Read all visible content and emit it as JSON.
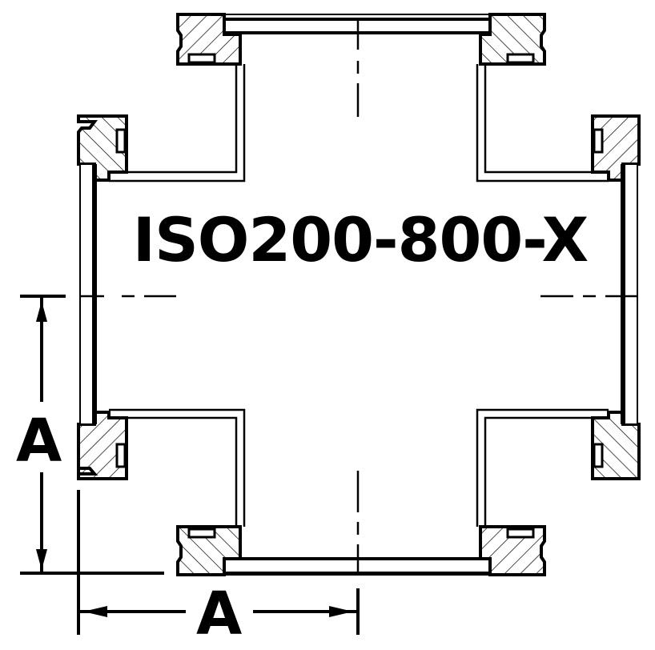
{
  "drawing": {
    "part_number": "ISO200-800-X",
    "description": "ISO200 4-way cross fitting cross-section with flanges",
    "dimension_labels": {
      "vertical": "A",
      "horizontal": "A"
    },
    "colors": {
      "line": "#000000",
      "background": "#ffffff"
    }
  }
}
